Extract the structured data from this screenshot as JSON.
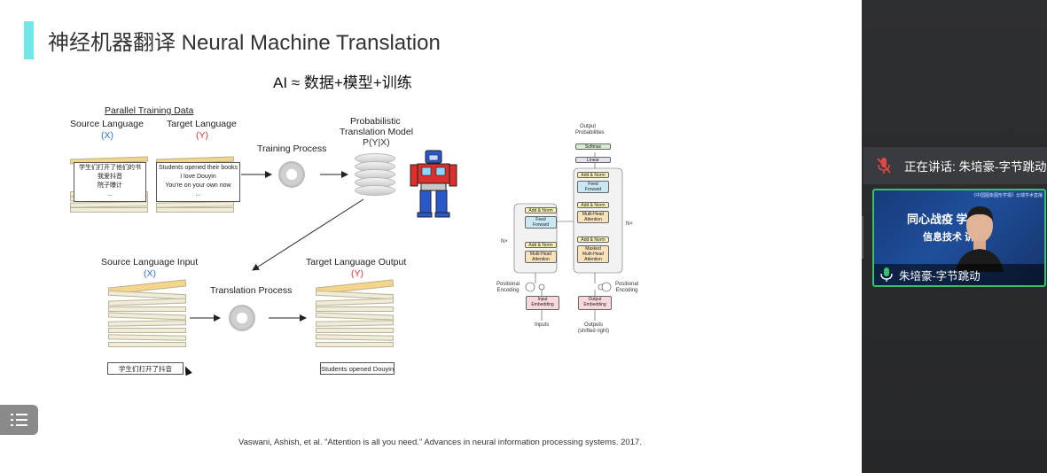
{
  "slide": {
    "title": "神经机器翻译 Neural Machine Translation",
    "subtitle": "AI ≈ 数据+模型+训练",
    "parallel_data": "Parallel Training Data",
    "source_language": "Source Language",
    "source_var": "(X)",
    "target_language": "Target Language",
    "target_var": "(Y)",
    "source_doc_lines": [
      "学生们打开了他们的书",
      "我爱抖音",
      "院子曝计",
      "..."
    ],
    "target_doc_lines": [
      "Students opened their books",
      "I love Douyin",
      "You're on your own now",
      "..."
    ],
    "training_process": "Training Process",
    "prob_model_1": "Probabilistic",
    "prob_model_2": "Translation Model",
    "prob_model_3": "P(Y|X)",
    "source_input": "Source Language Input",
    "source_input_var": "(X)",
    "translation_process": "Translation Process",
    "target_output": "Target Language Output",
    "target_output_var": "(Y)",
    "input_box": "学生们打开了抖音",
    "output_box": "Students opened Douyin",
    "footer": "Vaswani, Ashish, et al. \"Attention is all you need.\" Advances in neural information processing systems. 2017."
  },
  "transformer": {
    "output_probabilities_1": "Output",
    "output_probabilities_2": "Probabilities",
    "softmax": "Softmax",
    "linear": "Linear",
    "add_norm": "Add & Norm",
    "feed_forward_1": "Feed",
    "feed_forward_2": "Forward",
    "multi_head_1": "Multi-Head",
    "multi_head_2": "Attention",
    "masked_1": "Masked",
    "masked_2": "Multi-Head",
    "masked_3": "Attention",
    "nx": "N×",
    "positional_1": "Positional",
    "positional_2": "Encoding",
    "input_embedding_1": "Input",
    "input_embedding_2": "Embedding",
    "output_embedding_1": "Output",
    "output_embedding_2": "Embedding",
    "inputs": "Inputs",
    "outputs_1": "Outputs",
    "outputs_2": "(shifted right)"
  },
  "side_panel": {
    "speaking_label": "正在讲话: 朱培豪-字节跳动",
    "video_title": "同心战疫 学术",
    "video_sub": "信息技术 讲座",
    "video_top": "《中国图象图形学报》云端学术直播",
    "participant_name": "朱培豪-字节跳动"
  },
  "colors": {
    "accent": "#70e6e6",
    "blue_var": "#2f6fd6",
    "red_var": "#d23b3b",
    "active_speaker_border": "#36c26b",
    "muted_mic": "#e04848",
    "ff_block": "#c9e8f4",
    "attn_block": "#f9e2b9",
    "addnorm_block": "#f6f3b4",
    "embed_block": "#f8d7dd",
    "softmax_block": "#d5ecd0",
    "linear_block": "#e2e2ee"
  },
  "icons": {
    "menu": "list-menu-icon",
    "mic_muted": "mic-muted-icon",
    "mic_active": "mic-active-icon",
    "collapse": "chevron-right-icon"
  }
}
